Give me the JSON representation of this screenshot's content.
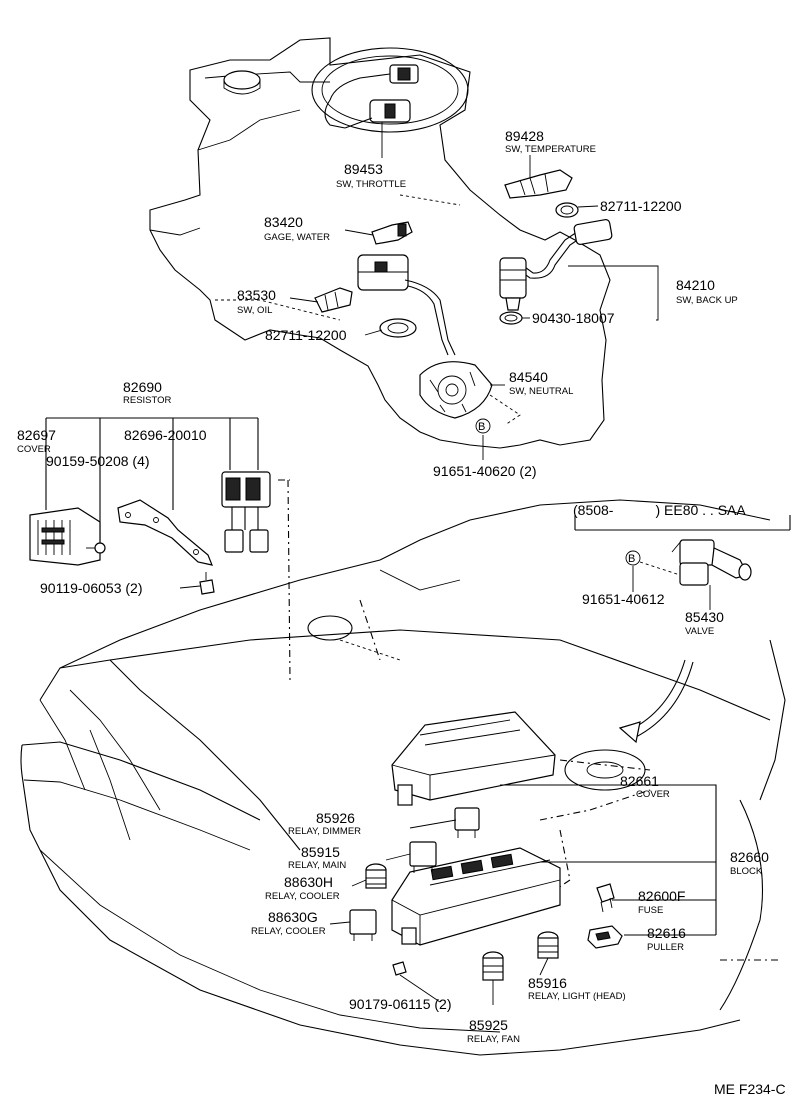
{
  "parts": {
    "p89453": {
      "num": "89453",
      "desc": "SW, THROTTLE"
    },
    "p89428": {
      "num": "89428",
      "desc": "SW, TEMPERATURE"
    },
    "p82711a": {
      "num": "82711-12200"
    },
    "p83420": {
      "num": "83420",
      "desc": "GAGE, WATER"
    },
    "p84210": {
      "num": "84210",
      "desc": "SW, BACK UP"
    },
    "p83530": {
      "num": "83530",
      "desc": "SW, OIL"
    },
    "p90430": {
      "num": "90430-18007"
    },
    "p82711b": {
      "num": "82711-12200"
    },
    "p84540": {
      "num": "84540",
      "desc": "SW, NEUTRAL"
    },
    "p82690": {
      "num": "82690",
      "desc": "RESISTOR"
    },
    "p82697": {
      "num": "82697",
      "desc": "COVER"
    },
    "p82696": {
      "num": "82696-20010"
    },
    "p90159": {
      "num": "90159-50208 (4)"
    },
    "p91651a": {
      "num": "91651-40620 (2)"
    },
    "p90119": {
      "num": "90119-06053 (2)"
    },
    "p91651b": {
      "num": "91651-40612"
    },
    "p85430": {
      "num": "85430",
      "desc": "VALVE"
    },
    "p82661": {
      "num": "82661",
      "desc": "COVER"
    },
    "p85926": {
      "num": "85926",
      "desc": "RELAY, DIMMER"
    },
    "p85915": {
      "num": "85915",
      "desc": "RELAY, MAIN"
    },
    "p82660": {
      "num": "82660",
      "desc": "BLOCK"
    },
    "p88630H": {
      "num": "88630H",
      "desc": "RELAY, COOLER"
    },
    "p82600F": {
      "num": "82600F",
      "desc": "FUSE"
    },
    "p88630G": {
      "num": "88630G",
      "desc": "RELAY, COOLER"
    },
    "p82616": {
      "num": "82616",
      "desc": "PULLER"
    },
    "p85916": {
      "num": "85916",
      "desc": "RELAY, LIGHT (HEAD)"
    },
    "p90179": {
      "num": "90179-06115 (2)"
    },
    "p85925": {
      "num": "85925",
      "desc": "RELAY, FAN"
    }
  },
  "applicability": "(8508-　　　) EE80 . . SAA",
  "callout_letter": "B",
  "page_ref": "ME F234-C"
}
